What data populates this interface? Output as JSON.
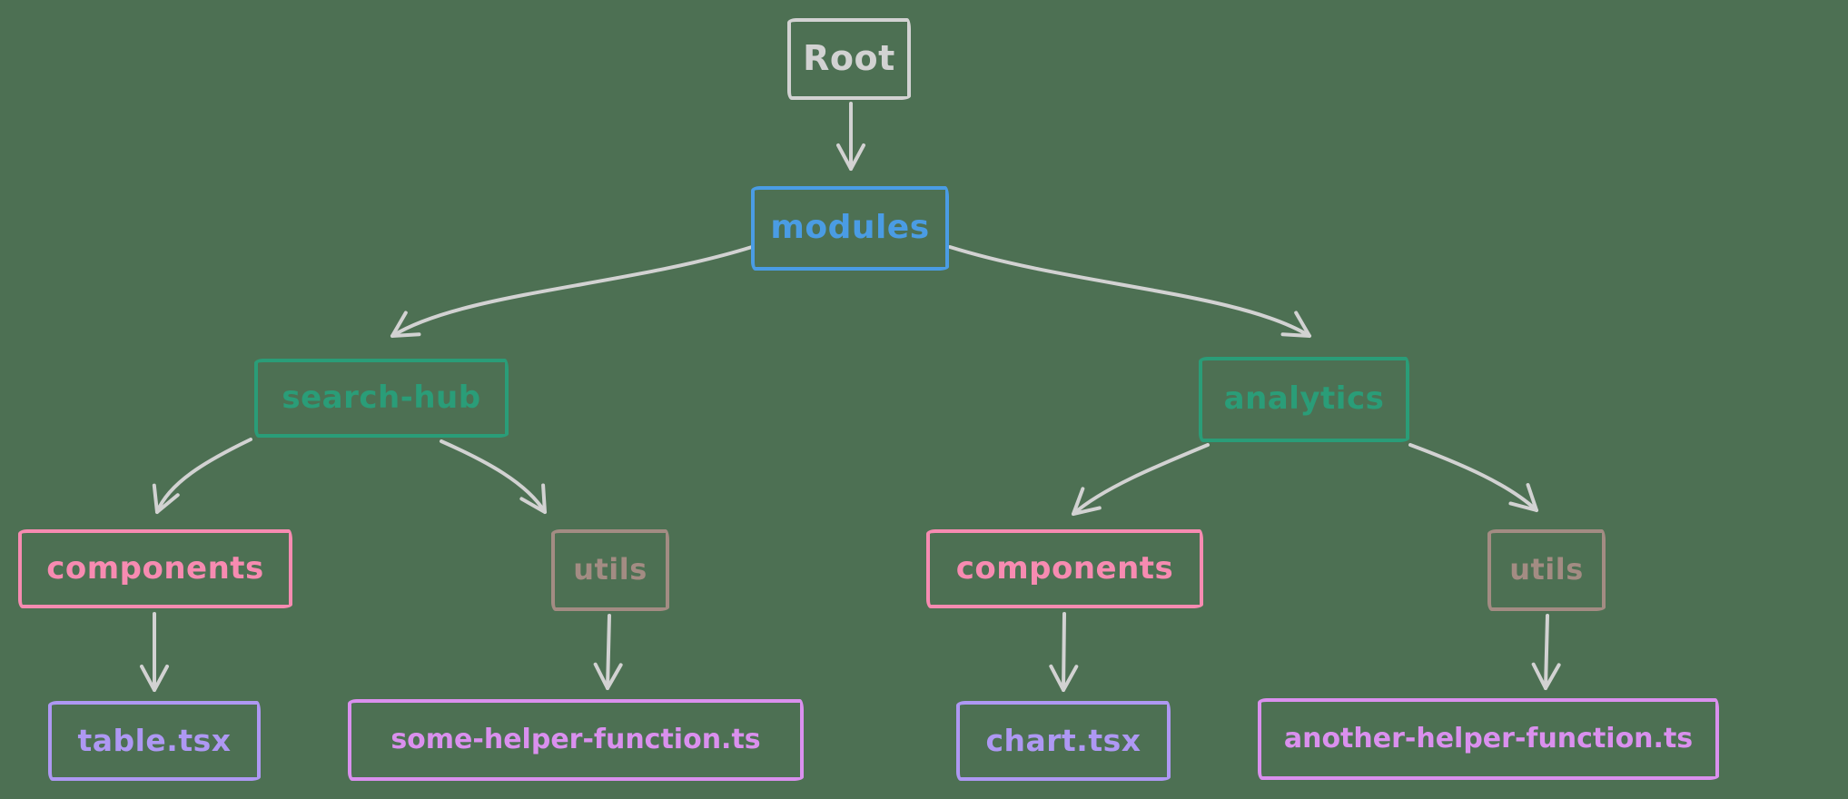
{
  "colors": {
    "background": "#4D7053",
    "stroke_gray": "#D2D2D2",
    "arrow": "#D2D2D2",
    "blue": "#4A9CE4",
    "teal": "#2A9D78",
    "pink": "#F78BB1",
    "tan": "#A38C83",
    "violet": "#AE98F3",
    "orchid": "#DA90EE"
  },
  "nodes": {
    "root": {
      "label": "Root",
      "color_name": "gray"
    },
    "modules": {
      "label": "modules",
      "color_name": "blue"
    },
    "search_hub": {
      "label": "search-hub",
      "color_name": "teal"
    },
    "analytics": {
      "label": "analytics",
      "color_name": "teal"
    },
    "components_left": {
      "label": "components",
      "color_name": "pink"
    },
    "utils_left": {
      "label": "utils",
      "color_name": "tan"
    },
    "components_right": {
      "label": "components",
      "color_name": "pink"
    },
    "utils_right": {
      "label": "utils",
      "color_name": "tan"
    },
    "table_tsx": {
      "label": "table.tsx",
      "color_name": "violet"
    },
    "some_helper": {
      "label": "some-helper-function.ts",
      "color_name": "orchid"
    },
    "chart_tsx": {
      "label": "chart.tsx",
      "color_name": "violet"
    },
    "another_helper": {
      "label": "another-helper-function.ts",
      "color_name": "orchid"
    }
  },
  "edges": [
    {
      "from": "Root",
      "to": "modules"
    },
    {
      "from": "modules",
      "to": "search-hub"
    },
    {
      "from": "modules",
      "to": "analytics"
    },
    {
      "from": "search-hub",
      "to": "components (left)"
    },
    {
      "from": "search-hub",
      "to": "utils (left)"
    },
    {
      "from": "components (left)",
      "to": "table.tsx"
    },
    {
      "from": "utils (left)",
      "to": "some-helper-function.ts"
    },
    {
      "from": "analytics",
      "to": "components (right)"
    },
    {
      "from": "analytics",
      "to": "utils (right)"
    },
    {
      "from": "components (right)",
      "to": "chart.tsx"
    },
    {
      "from": "utils (right)",
      "to": "another-helper-function.ts"
    }
  ]
}
